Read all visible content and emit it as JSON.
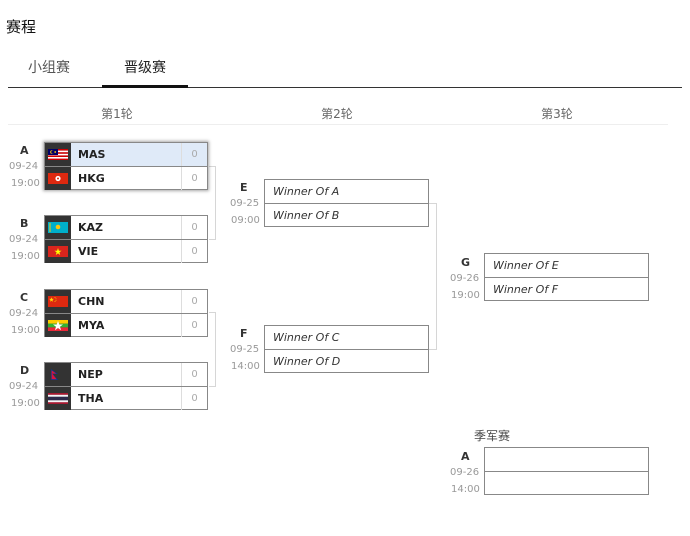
{
  "title": "赛程",
  "tabs": [
    {
      "label": "小组赛",
      "active": false
    },
    {
      "label": "晋级赛",
      "active": true
    }
  ],
  "rounds": [
    "第1轮",
    "第2轮",
    "第3轮"
  ],
  "round1": [
    {
      "label": "A",
      "date": "09-24",
      "time": "19:00",
      "teams": [
        {
          "code": "MAS",
          "flag": "malaysia",
          "score": "0"
        },
        {
          "code": "HKG",
          "flag": "hong-kong",
          "score": "0"
        }
      ]
    },
    {
      "label": "B",
      "date": "09-24",
      "time": "19:00",
      "teams": [
        {
          "code": "KAZ",
          "flag": "kazakhstan",
          "score": "0"
        },
        {
          "code": "VIE",
          "flag": "vietnam",
          "score": "0"
        }
      ]
    },
    {
      "label": "C",
      "date": "09-24",
      "time": "19:00",
      "teams": [
        {
          "code": "CHN",
          "flag": "china",
          "score": "0"
        },
        {
          "code": "MYA",
          "flag": "myanmar",
          "score": "0"
        }
      ]
    },
    {
      "label": "D",
      "date": "09-24",
      "time": "19:00",
      "teams": [
        {
          "code": "NEP",
          "flag": "nepal",
          "score": "0"
        },
        {
          "code": "THA",
          "flag": "thailand",
          "score": "0"
        }
      ]
    }
  ],
  "round2": [
    {
      "label": "E",
      "date": "09-25",
      "time": "09:00",
      "slots": [
        "Winner Of A",
        "Winner Of B"
      ]
    },
    {
      "label": "F",
      "date": "09-25",
      "time": "14:00",
      "slots": [
        "Winner Of C",
        "Winner Of D"
      ]
    }
  ],
  "round3": [
    {
      "label": "G",
      "date": "09-26",
      "time": "19:00",
      "slots": [
        "Winner Of E",
        "Winner Of F"
      ]
    }
  ],
  "third_place": {
    "title": "季军赛",
    "label": "A",
    "date": "09-26",
    "time": "14:00",
    "slots": [
      "",
      ""
    ]
  }
}
